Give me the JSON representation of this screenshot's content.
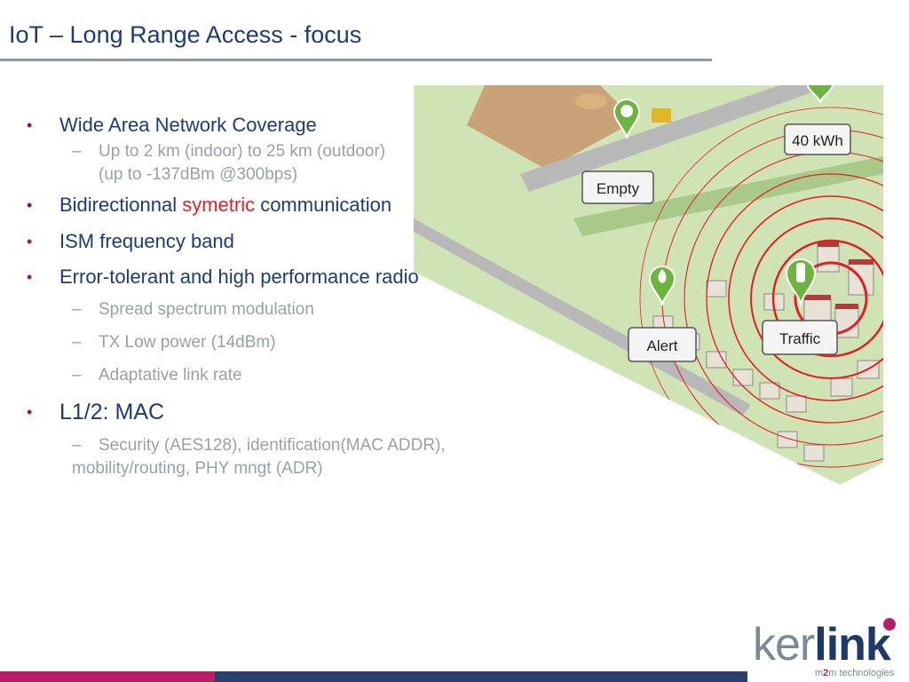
{
  "slide": {
    "title": "IoT – Long Range Access - focus"
  },
  "bullets": {
    "b1": "Wide Area Network Coverage",
    "b1_sub1_line1": "Up to 2 km (indoor) to 25 km (outdoor)",
    "b1_sub1_line2": "(up to -137dBm @300bps)",
    "b2_pre": "Bidirectionnal ",
    "b2_accent": "symetric",
    "b2_post": " communication",
    "b3": "ISM frequency band",
    "b4": "Error-tolerant and high performance radio",
    "b4_sub1": "Spread spectrum modulation",
    "b4_sub2": "TX Low power (14dBm)",
    "b4_sub3": "Adaptative link rate",
    "b5": "L1/2: MAC",
    "b5_sub1_line1": "Security (AES128), identification(MAC ADDR),",
    "b5_sub1_line2": "mobility/routing, PHY mngt (ADR)"
  },
  "illustration": {
    "label_empty": "Empty",
    "label_kwh": "40 kWh",
    "label_alert": "Alert",
    "label_traffic": "Traffic"
  },
  "logo": {
    "ker": "ker",
    "link": "link",
    "tagline_m": "m",
    "tagline_2": "2",
    "tagline_rest": "m technologies"
  },
  "colors": {
    "title": "#1e3a78",
    "bullet_dot": "#8a1a6e",
    "sub_text": "#9aa0a6",
    "accent": "#e31e24",
    "bar_pink": "#b61f68",
    "bar_blue": "#2a3f6d"
  }
}
